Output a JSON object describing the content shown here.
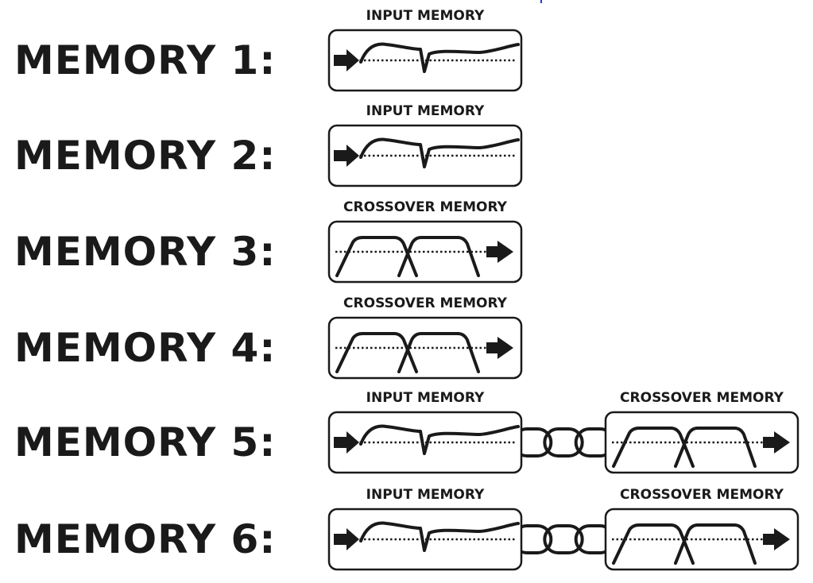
{
  "rows": [
    {
      "label": "MEMORY 1:",
      "modules": [
        "input"
      ]
    },
    {
      "label": "MEMORY 2:",
      "modules": [
        "input"
      ]
    },
    {
      "label": "MEMORY 3:",
      "modules": [
        "crossover"
      ]
    },
    {
      "label": "MEMORY 4:",
      "modules": [
        "crossover"
      ]
    },
    {
      "label": "MEMORY 5:",
      "modules": [
        "input",
        "crossover"
      ]
    },
    {
      "label": "MEMORY 6:",
      "modules": [
        "input",
        "crossover"
      ]
    }
  ],
  "module_titles": {
    "input": "INPUT MEMORY",
    "crossover": "CROSSOVER MEMORY"
  },
  "icons": {
    "input": "eq-curve-icon",
    "crossover": "crossover-curve-icon",
    "link": "chain-link-icon"
  }
}
